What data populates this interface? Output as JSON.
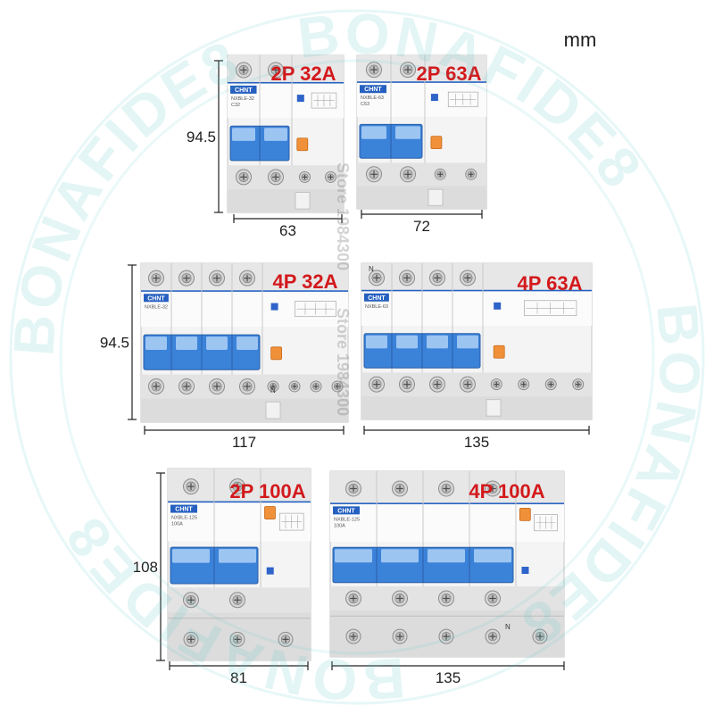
{
  "unit_label": "mm",
  "watermark": {
    "ring_text": "BONAFIDE8",
    "store_text": "Store 1984300"
  },
  "colors": {
    "rating_label": "#d3191c",
    "handle": "#3b82d9",
    "brand_badge": "#2560c0",
    "test_button": "#f0913a",
    "watermark": "#56c4c4"
  },
  "breakers": [
    {
      "label": "2P 32A",
      "brand": "CHNT",
      "model": "NXBLE-32",
      "rating": "C32",
      "height_dim": "94.5",
      "width_dim": "63"
    },
    {
      "label": "2P 63A",
      "brand": "CHNT",
      "model": "NXBLE-63",
      "rating": "C63",
      "width_dim": "72"
    },
    {
      "label": "4P 32A",
      "brand": "CHNT",
      "model": "NXBLE-32",
      "height_dim": "94.5",
      "width_dim": "117",
      "neutral": "N"
    },
    {
      "label": "4P 63A",
      "brand": "CHNT",
      "model": "NXBLE-63",
      "width_dim": "135",
      "neutral": "N"
    },
    {
      "label": "2P 100A",
      "brand": "CHNT",
      "model": "NXBLE-125",
      "rating": "100A",
      "height_dim": "108",
      "width_dim": "81"
    },
    {
      "label": "4P 100A",
      "brand": "CHNT",
      "model": "NXBLE-125",
      "rating": "100A",
      "width_dim": "135",
      "neutral": "N"
    }
  ]
}
